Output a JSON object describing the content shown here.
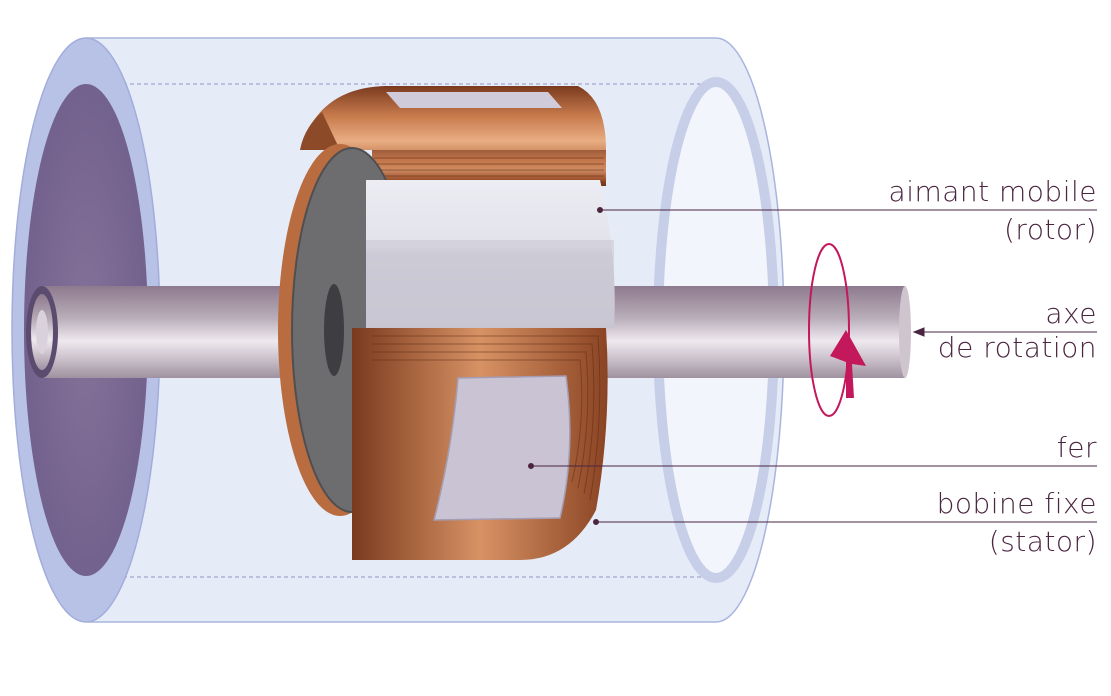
{
  "labels": {
    "rotor": {
      "line1": "aimant mobile",
      "line2": "(rotor)"
    },
    "axis": {
      "line1": "axe",
      "line2": "de rotation"
    },
    "iron": {
      "line1": "fer"
    },
    "stator": {
      "line1": "bobine fixe",
      "line2": "(stator)"
    }
  },
  "colors": {
    "copper": "#b5643c",
    "housing": "#e3e8f6",
    "housing_edge": "#a9b5dd",
    "end_face": "#7c6a9c",
    "shaft": "#b8aeb8",
    "rotor_face": "#6e6e70",
    "magnet": "#dcdce6",
    "iron": "#c9c3d3",
    "rotation_arrow": "#c4185c",
    "label_text": "#4a2540"
  },
  "icons": {
    "rotation": "rotation-arrow-icon"
  }
}
